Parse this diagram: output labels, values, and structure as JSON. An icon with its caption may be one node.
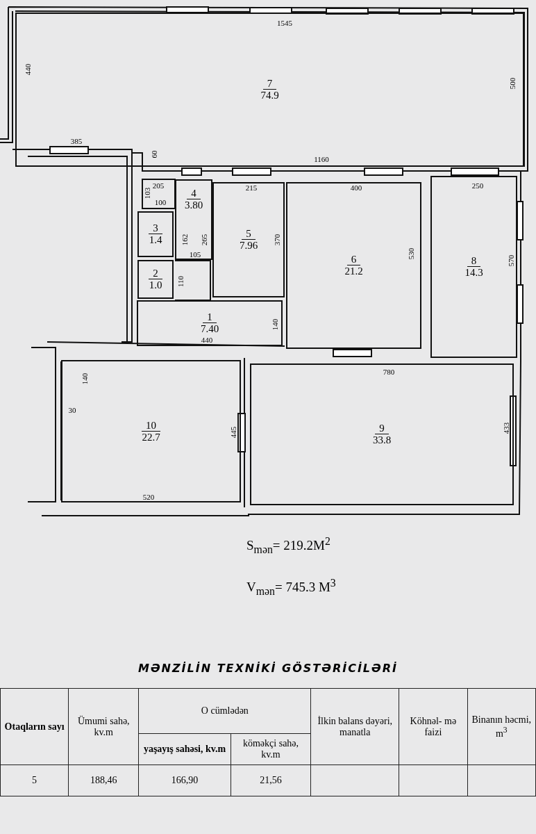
{
  "diagram": {
    "nodes": [
      {
        "text": [
          "7",
          "74.9"
        ]
      },
      {
        "text": [
          "4",
          "3.80"
        ]
      },
      {
        "text": [
          "3",
          "1.4"
        ]
      },
      {
        "text": [
          "5",
          "7.96"
        ]
      },
      {
        "text": [
          "6",
          "21.2"
        ]
      },
      {
        "text": [
          "8",
          "14.3"
        ]
      },
      {
        "text": [
          "2",
          "1.0"
        ]
      },
      {
        "text": [
          "1",
          "7.40"
        ]
      },
      {
        "text": [
          "10",
          "22.7"
        ]
      },
      {
        "text": [
          "9",
          "33.8"
        ]
      }
    ],
    "edges": [],
    "labels": [
      "1545",
      "440",
      "500",
      "385",
      "60",
      "1160",
      "205",
      "103",
      "100",
      "215",
      "400",
      "250",
      "162",
      "265",
      "370",
      "105",
      "530",
      "570",
      "110",
      "140",
      "440",
      "780",
      "140",
      "30",
      "445",
      "433",
      "520",
      "S$_{mən}$= 219.2M$^{2}$",
      "V$_{mən}$= 745.3 M$^{3}$",
      "MƏNZİLİN TEXNİKİ GÖSTƏRİCİLƏRİ",
      "Otaqların sayı",
      "Ümumi sahə, kv.m",
      "O cümlədən",
      "İlkin balans dəyəri, manatla",
      "Köhnəl- mə faizi",
      "Binanın həcmi, m$^{3}$",
      "yaşayış sahəsi, kv.m",
      "köməkçi sahə, kv.m",
      "5",
      "188,46",
      "166,90",
      "21,56"
    ]
  }
}
